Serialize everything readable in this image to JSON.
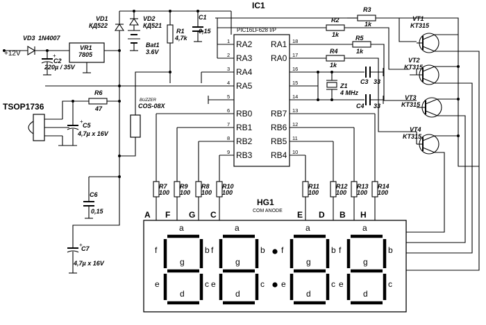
{
  "power": {
    "input": "+12V"
  },
  "diodes": {
    "vd3": {
      "name": "VD3",
      "value": "1N4007"
    },
    "vd1": {
      "name": "VD1",
      "value": "КД522"
    },
    "vd2": {
      "name": "VD2",
      "value": "КД521"
    }
  },
  "regulator": {
    "name": "VR1",
    "value": "7805"
  },
  "capacitors": {
    "c1": {
      "name": "C1",
      "value": "0,15"
    },
    "c2": {
      "name": "C2",
      "value": "220µ / 35V"
    },
    "c3": {
      "name": "C3",
      "value": "33"
    },
    "c4": {
      "name": "C4",
      "value": "33"
    },
    "c5": {
      "name": "C5",
      "value": "4,7µ x 16V"
    },
    "c6": {
      "name": "C6",
      "value": "0,15"
    },
    "c7": {
      "name": "C7",
      "value": "4,7µ x 16V"
    }
  },
  "battery": {
    "name": "Bat1",
    "value": "3.6V"
  },
  "resistors": {
    "r1": {
      "name": "R1",
      "value": "4,7k"
    },
    "r2": {
      "name": "R2",
      "value": "1k"
    },
    "r3": {
      "name": "R3",
      "value": "1k"
    },
    "r4": {
      "name": "R4",
      "value": "1k"
    },
    "r5": {
      "name": "R5",
      "value": "1k"
    },
    "r6": {
      "name": "R6",
      "value": "47"
    },
    "r7": {
      "name": "R7",
      "value": "100"
    },
    "r8": {
      "name": "R8",
      "value": "100"
    },
    "r9": {
      "name": "R9",
      "value": "100"
    },
    "r10": {
      "name": "R10",
      "value": "100"
    },
    "r11": {
      "name": "R11",
      "value": "100"
    },
    "r12": {
      "name": "R12",
      "value": "100"
    },
    "r13": {
      "name": "R13",
      "value": "100"
    },
    "r14": {
      "name": "R14",
      "value": "100"
    }
  },
  "mcu": {
    "name": "IC1",
    "part": "PIC16LF628 I/P",
    "pins_left": [
      {
        "num": "1",
        "label": "RA2"
      },
      {
        "num": "2",
        "label": "RA3"
      },
      {
        "num": "3",
        "label": "RA4"
      },
      {
        "num": "4",
        "label": "RA5"
      },
      {
        "num": "5",
        "label": ""
      },
      {
        "num": "6",
        "label": "RB0"
      },
      {
        "num": "7",
        "label": "RB1"
      },
      {
        "num": "8",
        "label": "RB2"
      },
      {
        "num": "9",
        "label": "RB3"
      }
    ],
    "pins_right": [
      {
        "num": "18",
        "label": "RA1"
      },
      {
        "num": "17",
        "label": "RA0"
      },
      {
        "num": "16",
        "label": ""
      },
      {
        "num": "15",
        "label": ""
      },
      {
        "num": "14",
        "label": ""
      },
      {
        "num": "13",
        "label": "RB7"
      },
      {
        "num": "12",
        "label": "RB6"
      },
      {
        "num": "11",
        "label": "RB5"
      },
      {
        "num": "10",
        "label": "RB4"
      }
    ]
  },
  "crystal": {
    "name": "Z1",
    "value": "4 MHz"
  },
  "ir_receiver": {
    "name": "TSOP1736"
  },
  "buzzer": {
    "name": "BUZZER",
    "value": "COS-08X"
  },
  "transistors": [
    {
      "name": "VT1",
      "value": "KT315"
    },
    {
      "name": "VT2",
      "value": "KT315"
    },
    {
      "name": "VT3",
      "value": "KT315"
    },
    {
      "name": "VT4",
      "value": "KT315"
    }
  ],
  "display": {
    "name": "HG1",
    "type": "COM ANODE",
    "segment_inputs": [
      "A",
      "F",
      "G",
      "C",
      "E",
      "D",
      "B",
      "H"
    ],
    "segment_letters": {
      "a": "a",
      "b": "b",
      "c": "c",
      "d": "d",
      "e": "e",
      "f": "f",
      "g": "g"
    }
  }
}
